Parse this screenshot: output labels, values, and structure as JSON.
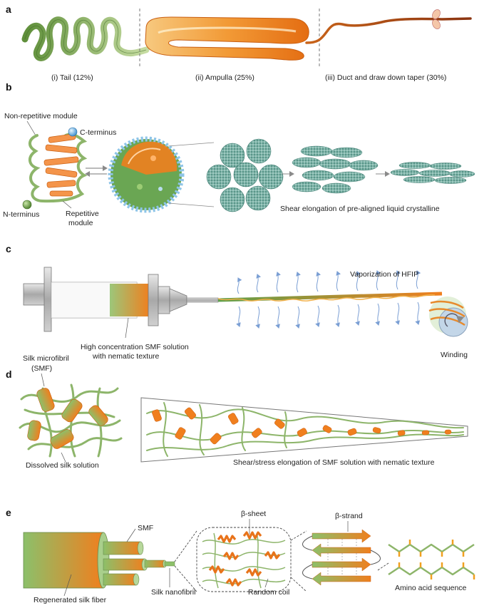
{
  "panels": {
    "a": {
      "letter": "a",
      "labels": [
        "(i) Tail (12%)",
        "(ii) Ampulla (25%)",
        "(iii) Duct and draw down taper (30%)"
      ]
    },
    "b": {
      "letter": "b",
      "non_repetitive": "Non-repetitive module",
      "c_terminus": "C-terminus",
      "n_terminus": "N-terminus",
      "repetitive_line1": "Repetitive",
      "repetitive_line2": "module",
      "shear": "Shear elongation of pre-aligned liquid crystalline"
    },
    "c": {
      "letter": "c",
      "vaporization": "Vaporization of HFIP",
      "smf_solution_line1": "High concentration SMF solution",
      "smf_solution_line2": "with nematic texture",
      "winding": "Winding"
    },
    "d": {
      "letter": "d",
      "microfibril_line1": "Silk microfibril",
      "microfibril_line2": "(SMF)",
      "dissolved": "Dissolved silk solution",
      "shear_stress": "Shear/stress elongation of SMF solution with nematic texture"
    },
    "e": {
      "letter": "e",
      "smf": "SMF",
      "beta_sheet": "β-sheet",
      "beta_strand": "β-strand",
      "regenerated": "Regenerated silk fiber",
      "nanofibril": "Silk nanofibril",
      "random_coil": "Random coil",
      "amino": "Amino acid sequence"
    }
  },
  "colors": {
    "green": "#8db56a",
    "dark_green": "#5a8a3a",
    "orange": "#f07f1e",
    "teal": "#5a9a8f",
    "blue_arrow": "#7b9fd4",
    "gray": "#8a8a8a"
  }
}
